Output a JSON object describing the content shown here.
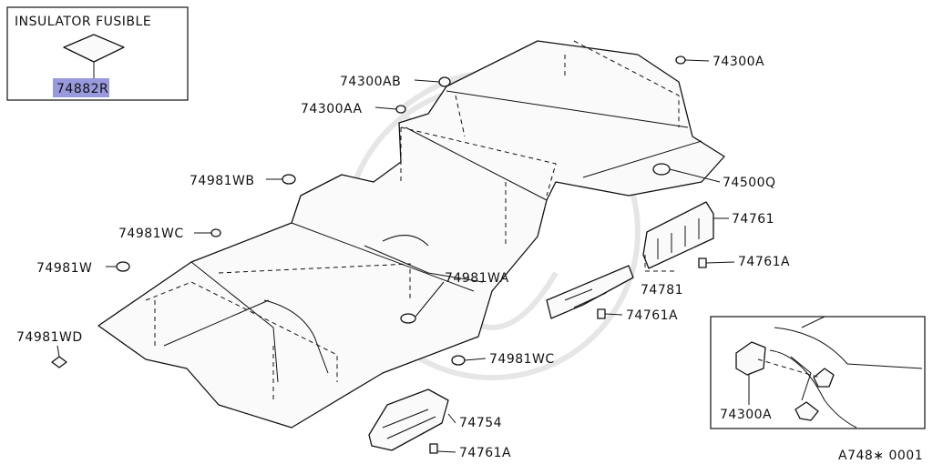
{
  "diagram": {
    "inset_title": "INSULATOR FUSIBLE",
    "highlight_color": "#9999dd",
    "footer_code": "A748∗ 0001",
    "labels": {
      "p74882R": "74882R",
      "p74300AB": "74300AB",
      "p74300A_top": "74300A",
      "p74300AA": "74300AA",
      "p74500Q": "74500Q",
      "p74981WB": "74981WB",
      "p74761": "74761",
      "p74981WC_top": "74981WC",
      "p74761A_right": "74761A",
      "p74981W": "74981W",
      "p74981WA": "74981WA",
      "p74781": "74781",
      "p74761A_mid": "74761A",
      "p74981WD": "74981WD",
      "p74981WC_bottom": "74981WC",
      "p74754": "74754",
      "p74761A_bottom": "74761A",
      "p74300A_detail": "74300A"
    }
  }
}
